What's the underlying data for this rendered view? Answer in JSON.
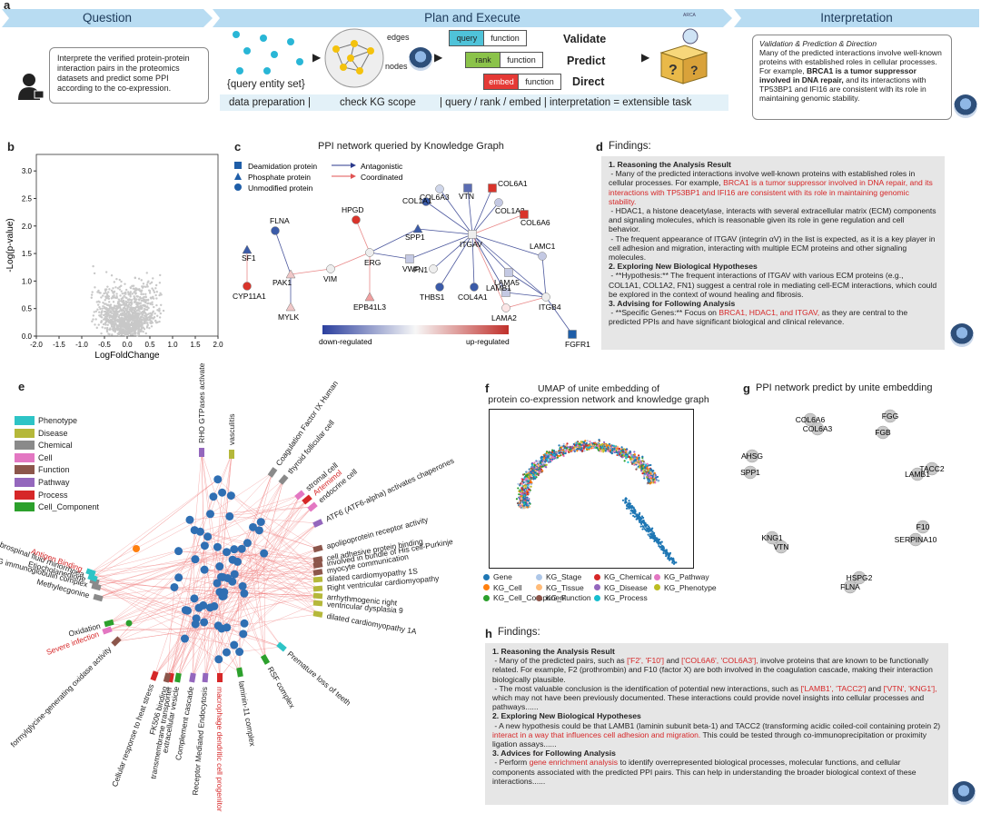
{
  "panel_a": {
    "label": "a",
    "headers": {
      "question": "Question",
      "plan": "Plan and Execute",
      "interp": "Interpretation"
    },
    "question_text": "Interprete the verified protein-protein interaction pairs in the proteomics datasets and predict some PPI according to the co-expression.",
    "graph_labels": {
      "edges": "edges",
      "nodes": "nodes",
      "entity_set": "{query entity set}"
    },
    "functions": [
      {
        "name": "query",
        "fn": "function",
        "color": "#4fc3d9"
      },
      {
        "name": "rank",
        "fn": "function",
        "color": "#8bc34a"
      },
      {
        "name": "embed",
        "fn": "function",
        "color": "#e53935"
      }
    ],
    "actions": [
      "Validate",
      "Predict",
      "Direct"
    ],
    "pipeline": [
      "data preparation |",
      "check KG scope",
      "| query / rank / embed | interpretation = extensible task"
    ],
    "interp_title": "Validation & Prediction & Direction",
    "interp_text1": "Many of the predicted interactions involve well-known proteins with established roles in cellular processes. For example,",
    "interp_bold": "BRCA1 is a tumor suppressor involved in DNA repair,",
    "interp_text2": "and its interactions with TP53BP1 and IFI16 are consistent with its role in maintaining genomic stability.",
    "box_label": "ARCA"
  },
  "panel_b": {
    "label": "b",
    "xlabel": "LogFoldChange",
    "ylabel": "-Log(p-value)",
    "xticks": [
      "-2.0",
      "-1.5",
      "-1.0",
      "-0.5",
      "0.0",
      "0.5",
      "1.0",
      "1.5",
      "2.0"
    ],
    "yticks": [
      "0.0",
      "0.5",
      "1.0",
      "1.5",
      "2.0",
      "2.5",
      "3.0"
    ]
  },
  "panel_c": {
    "label": "c",
    "title": "PPI network queried by Knowledge Graph",
    "legend": [
      "Deamidation protein",
      "Phosphate protein",
      "Unmodified protein",
      "Antagonistic",
      "Coordinated"
    ],
    "nodes": [
      "COL6A1",
      "COL6A3",
      "VTN",
      "COL1A2",
      "COL1A1",
      "COL6A6",
      "HPGD",
      "SPP1",
      "ITGAV",
      "FLNA",
      "ERG",
      "LAMC1",
      "SF1",
      "VIM",
      "VWF",
      "FN1",
      "LAMA5",
      "PAK1",
      "THBS1",
      "COL4A1",
      "LAMB1",
      "CYP11A1",
      "EPB41L3",
      "LAMA2",
      "ITGB4",
      "MYLK",
      "FGFR1"
    ],
    "colorbar": {
      "low": "down-regulated",
      "high": "up-regulated"
    }
  },
  "panel_d": {
    "label": "d",
    "title": "Findings:",
    "h1": "1. Reasoning the Analysis Result",
    "p1a": "- Many of the predicted interactions involve well-known proteins with established roles in cellular processes. For example,",
    "p1red": "BRCA1 is a tumor suppressor involved in DNA repair, and its interactions with TP53BP1 and IFI16 are consistent with its role in maintaining genomic stability.",
    "p2": "- HDAC1, a histone deacetylase, interacts with several extracellular matrix (ECM) components and signaling molecules, which is reasonable given its role in gene regulation and cell behavior.",
    "p3": "- The frequent appearance of ITGAV (integrin αV) in the list is expected, as it is a key player in cell adhesion and migration, interacting with multiple ECM proteins and other signaling molecules.",
    "h2": "2. Exploring New Biological Hypotheses",
    "p4": "- **Hypothesis:** The frequent interactions of ITGAV with various ECM proteins (e.g., COL1A1, COL1A2, FN1) suggest a central role in mediating cell-ECM interactions, which could be explored in the context of wound healing and fibrosis.",
    "h3": "3. Advising for Following Analysis",
    "p5a": "- **Specific Genes:** Focus on",
    "p5red": "BRCA1, HDAC1, and ITGAV,",
    "p5b": "as they are central to the predicted PPIs and have significant biological and clinical relevance."
  },
  "panel_e": {
    "label": "e",
    "legend": [
      {
        "name": "Phenotype",
        "color": "#2ec4c6"
      },
      {
        "name": "Disease",
        "color": "#b5b83a"
      },
      {
        "name": "Chemical",
        "color": "#8a8a8a"
      },
      {
        "name": "Cell",
        "color": "#e377c2"
      },
      {
        "name": "Function",
        "color": "#8c564b"
      },
      {
        "name": "Pathway",
        "color": "#9467bd"
      },
      {
        "name": "Process",
        "color": "#d62728"
      },
      {
        "name": "Cell_Component",
        "color": "#2ca02c"
      }
    ],
    "terms": [
      {
        "text": "RHO GTPases activate PAKs",
        "red": false
      },
      {
        "text": "vasculitis",
        "red": false
      },
      {
        "text": "Coagulation Factor IX Human",
        "red": false
      },
      {
        "text": "thyroid follicular cell",
        "red": false
      },
      {
        "text": "stromal cell",
        "red": false
      },
      {
        "text": "Artemimol",
        "red": true
      },
      {
        "text": "endocrine cell",
        "red": false
      },
      {
        "text": "ATF6 (ATF6-alpha) activates chaperones",
        "red": false
      },
      {
        "text": "apolipoprotein receptor activity",
        "red": false
      },
      {
        "text": "cell adhesive protein binding",
        "red": false
      },
      {
        "text": "involved in bundle of His cell-Purkinje",
        "red": false
      },
      {
        "text": "myocyte communication",
        "red": false
      },
      {
        "text": "dilated cardiomyopathy 1S",
        "red": false
      },
      {
        "text": "Right ventricular cardiomyopathy",
        "red": false
      },
      {
        "text": "arrhythmogenic right",
        "red": false
      },
      {
        "text": "ventricular dysplasia 9",
        "red": false
      },
      {
        "text": "dilated cardiomyopathy 1A",
        "red": false
      },
      {
        "text": "Premature loss of teeth",
        "red": false
      },
      {
        "text": "RSF complex",
        "red": false
      },
      {
        "text": "laminin-11 complex",
        "red": false
      },
      {
        "text": "macrophage dendritic cell progenitor",
        "red": true
      },
      {
        "text": "Receptor Mediated Endocytosis",
        "red": false
      },
      {
        "text": "Complement cascade",
        "red": false
      },
      {
        "text": "extracellular vesicle",
        "red": false
      },
      {
        "text": "transmembrane transporter",
        "red": false
      },
      {
        "text": "FK506 binding",
        "red": false
      },
      {
        "text": "Cellular response to heat stress",
        "red": false
      },
      {
        "text": "formylglycine-generating oxidase activity",
        "red": false
      },
      {
        "text": "Severe infection",
        "red": true
      },
      {
        "text": "Oxidation",
        "red": false
      },
      {
        "text": "Methylecgonine",
        "red": false
      },
      {
        "text": "IgG immunoglobulin complex",
        "red": false
      },
      {
        "text": "Etiocholanedione",
        "red": false
      },
      {
        "text": "Cerebrospinal fluid rhinorrhoea",
        "red": false
      },
      {
        "text": "Antigen Binding",
        "red": true
      }
    ]
  },
  "panel_f": {
    "label": "f",
    "title1": "UMAP of unite embedding of",
    "title2": "protein co-expression network and knowledge graph",
    "legend": [
      {
        "name": "Gene",
        "color": "#1f77b4"
      },
      {
        "name": "KG_Stage",
        "color": "#aec7e8"
      },
      {
        "name": "KG_Chemical",
        "color": "#d62728"
      },
      {
        "name": "KG_Pathway",
        "color": "#e377c2"
      },
      {
        "name": "KG_Cell",
        "color": "#ff7f0e"
      },
      {
        "name": "KG_Tissue",
        "color": "#ffbb78"
      },
      {
        "name": "KG_Disease",
        "color": "#9467bd"
      },
      {
        "name": "KG_Phenotype",
        "color": "#bcbd22"
      },
      {
        "name": "KG_Cell_Component",
        "color": "#2ca02c"
      },
      {
        "name": "KG_Function",
        "color": "#8c564b"
      },
      {
        "name": "KG_Process",
        "color": "#17becf"
      }
    ]
  },
  "panel_g": {
    "label": "g",
    "title": "PPI network predict by unite embedding",
    "nodes": [
      "COL6A6",
      "COL6A3",
      "FGG",
      "FGB",
      "AHSG",
      "SPP1",
      "TACC2",
      "LAMB1",
      "F10",
      "SERPINA10",
      "KNG1",
      "VTN",
      "HSPG2",
      "FLNA"
    ]
  },
  "panel_h": {
    "label": "h",
    "title": "Findings:",
    "h1": "1. Reasoning the Analysis Result",
    "p1a": "- Many of the predicted pairs, such as",
    "p1r1": "['F2', 'F10']",
    "p1b": "and",
    "p1r2": "['COL6A6', 'COL6A3'],",
    "p1c": "involve proteins that are known to be functionally related. For example, F2 (prothrombin) and F10 (factor X) are both involved in the coagulation cascade, making their interaction biologically plausible.",
    "p2a": "- The most valuable conclusion is the identification of potential new interactions, such as",
    "p2r1": "['LAMB1', 'TACC2']",
    "p2b": "and",
    "p2r2": "['VTN', 'KNG1'],",
    "p2c": "which may not have been previously documented. These interactions could provide novel insights into cellular processes and pathways......",
    "h2": "2. Exploring New Biological Hypotheses",
    "p3a": "- A new hypothesis could be that LAMB1 (laminin subunit beta-1) and TACC2 (transforming acidic coiled-coil containing protein 2)",
    "p3red": "interact in a way that influences cell adhesion and migration.",
    "p3b": "This could be tested through co-immunoprecipitation or proximity ligation assays......",
    "h3": "3. Advices for Following Analysis",
    "p4a": "- Perform",
    "p4red": "gene enrichment analysis",
    "p4b": "to identify overrepresented biological processes, molecular functions, and cellular components associated with the predicted PPI pairs. This can help in understanding the broader biological context of these interactions......"
  }
}
